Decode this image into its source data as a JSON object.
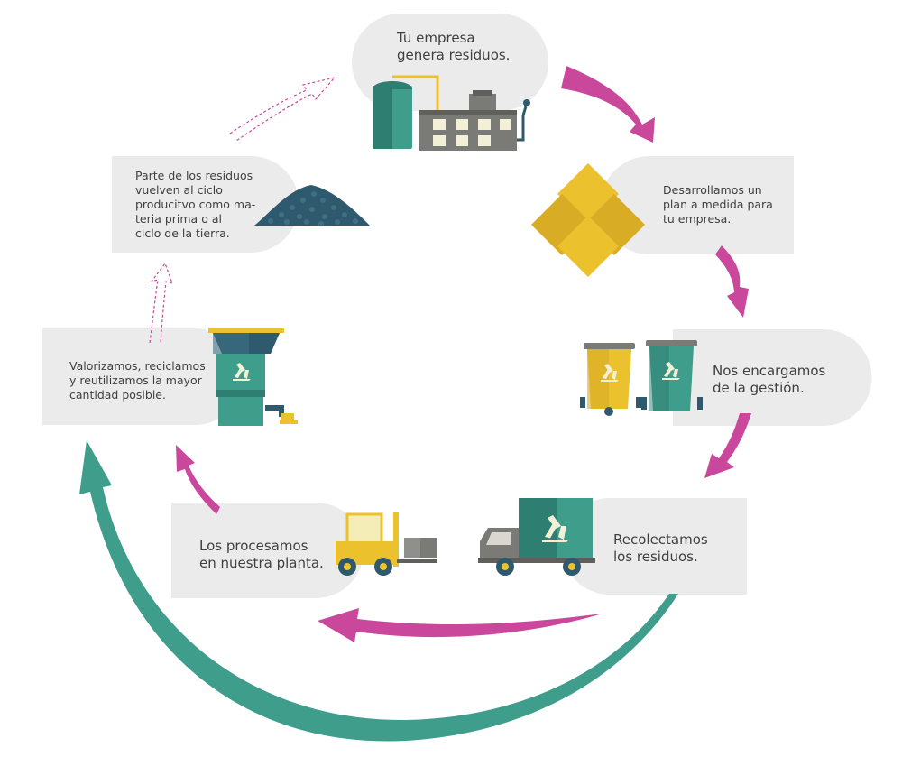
{
  "steps": [
    {
      "id": "genera",
      "lines": [
        "Tu empresa",
        "genera residuos."
      ]
    },
    {
      "id": "plan",
      "lines": [
        "Desarrollamos un",
        "plan a medida para",
        "tu empresa."
      ]
    },
    {
      "id": "gestion",
      "lines": [
        "Nos encargamos",
        "de la gestión."
      ]
    },
    {
      "id": "recolecta",
      "lines": [
        "Recolectamos",
        "los residuos."
      ]
    },
    {
      "id": "procesa",
      "lines": [
        "Los procesamos",
        "en nuestra planta."
      ]
    },
    {
      "id": "valoriza",
      "lines": [
        "Valorizamos, reciclamos",
        "y reutilizamos la mayor",
        "cantidad posible."
      ]
    },
    {
      "id": "vuelven",
      "lines": [
        "Parte de los residuos",
        "vuelven al ciclo",
        "producitvo como ma-",
        "teria prima o al",
        "ciclo de la tierra."
      ]
    }
  ],
  "colors": {
    "bubble": "#ebebeb",
    "magenta": "#c9489c",
    "teal": "#3f9d8b",
    "teal_dark": "#2f7e72",
    "yellow": "#ecc12e",
    "gray": "#7a7a76",
    "blue_gray": "#2f5a6e",
    "text": "#3f3f3f"
  },
  "icons": [
    "factory-icon",
    "puzzle-icon",
    "yellow-bin-icon",
    "green-bin-icon",
    "truck-icon",
    "forklift-icon",
    "recycling-machine-icon",
    "pellet-pile-icon",
    "recycle-icon"
  ]
}
